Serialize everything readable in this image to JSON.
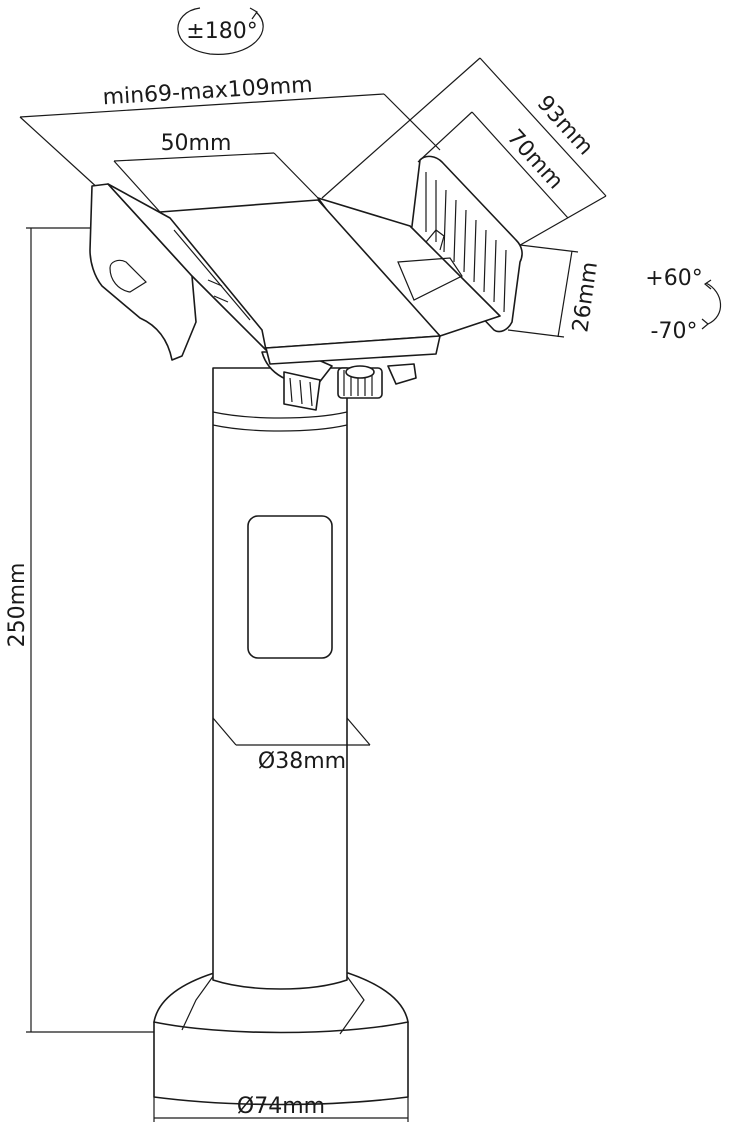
{
  "labels": {
    "rotation": "±180°",
    "clamp_range": "min69-max109mm",
    "plate_width": "50mm",
    "depth_outer": "93mm",
    "depth_inner": "70mm",
    "clamp_height": "26mm",
    "tilt_up": "+60°",
    "tilt_down": "-70°",
    "height": "250mm",
    "pole_diameter": "Ø38mm",
    "base_diameter": "Ø74mm"
  },
  "colors": {
    "line": "#1a1a1a",
    "background": "#ffffff"
  }
}
